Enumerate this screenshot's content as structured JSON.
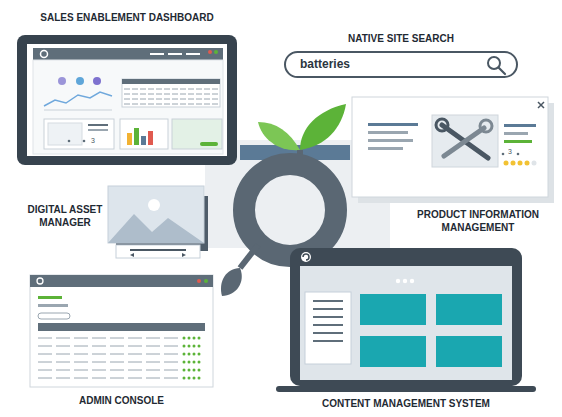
{
  "diagram": {
    "nodes": [
      {
        "text": [
          "SALES ENABLEMENT DASHBOARD",
          "3"
        ]
      },
      {
        "text": [
          "NATIVE SITE SEARCH",
          "batteries"
        ]
      },
      {
        "text": [
          "DIGITAL ASSET MANAGER"
        ]
      },
      {
        "text": [
          "PRODUCT INFORMATION MANAGEMENT",
          "3"
        ]
      },
      {
        "text": [
          "ADMIN CONSOLE"
        ]
      },
      {
        "text": [
          "CONTENT MANAGEMENT SYSTEM"
        ]
      }
    ]
  }
}
